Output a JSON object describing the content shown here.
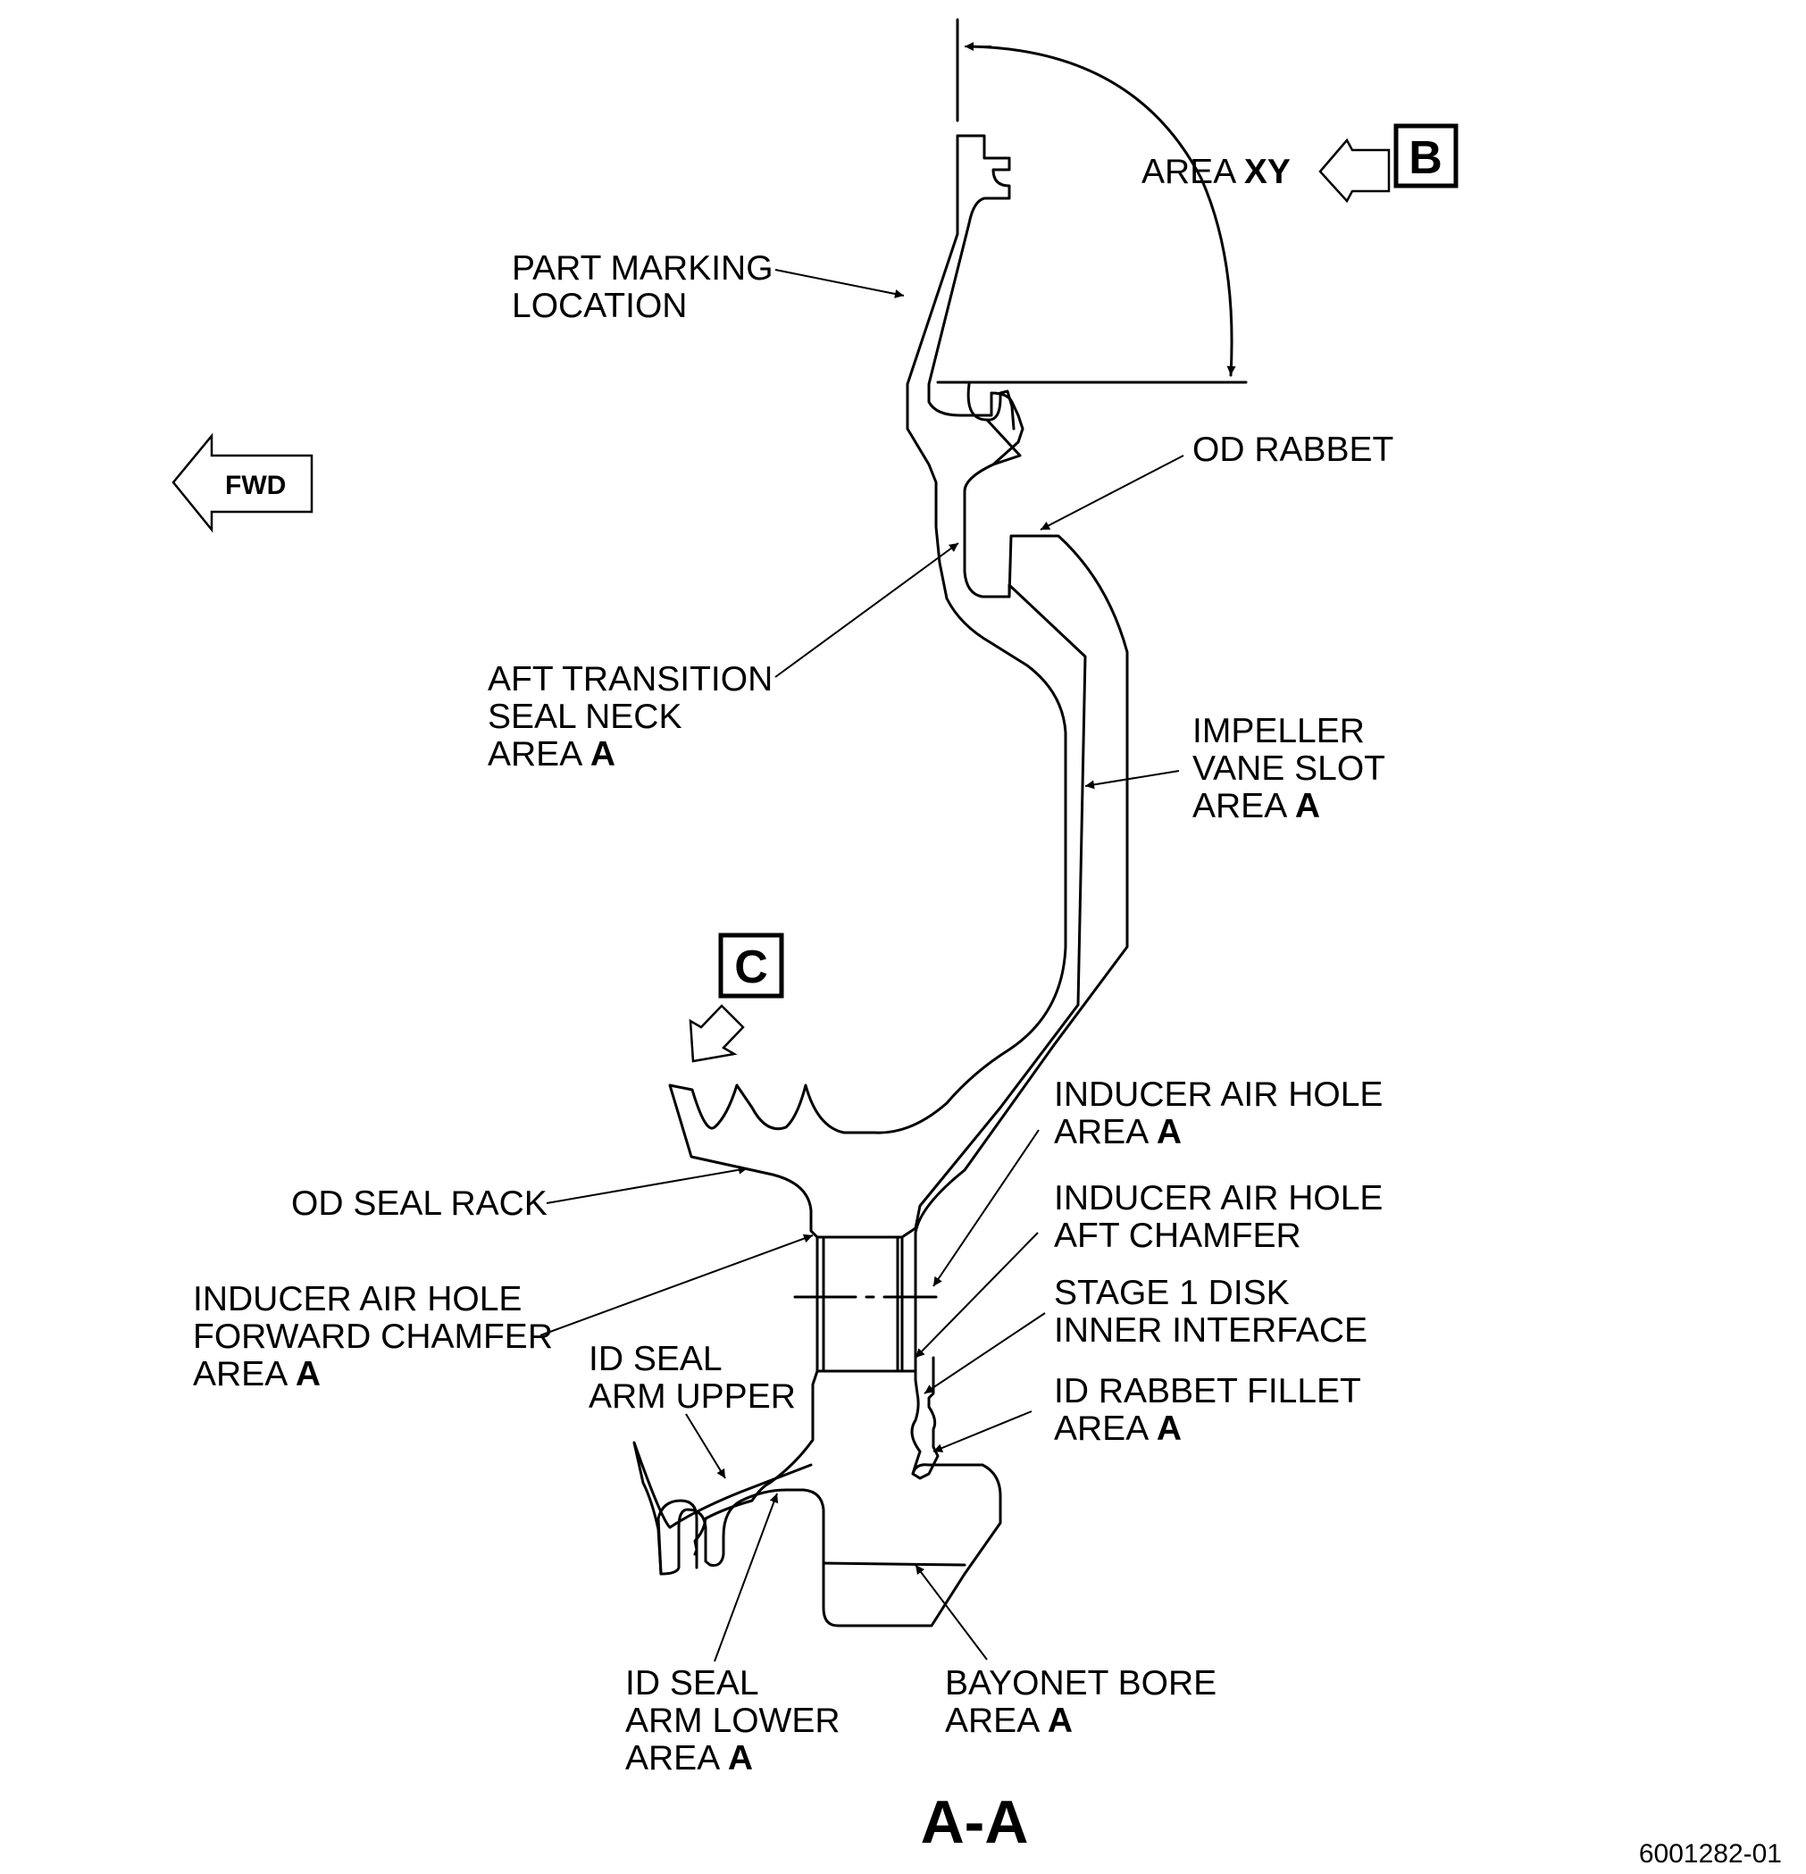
{
  "view": {
    "title": "A-A",
    "drawing_number": "6001282-01",
    "direction_arrow_label": "FWD",
    "view_b_label": "B",
    "view_c_label": "C"
  },
  "callouts": {
    "area_xy": {
      "line1_a": "AREA ",
      "line1_b": "XY"
    },
    "part_marking": {
      "line1": "PART MARKING",
      "line2": "LOCATION"
    },
    "od_rabbet": {
      "line1": "OD RABBET"
    },
    "aft_transition": {
      "line1": "AFT TRANSITION",
      "line2": "SEAL NECK",
      "line3_a": "AREA ",
      "line3_b": "A"
    },
    "impeller_vane_slot": {
      "line1": "IMPELLER",
      "line2": "VANE SLOT",
      "line3_a": "AREA ",
      "line3_b": "A"
    },
    "inducer_air_hole": {
      "line1": "INDUCER AIR HOLE",
      "line2_a": "AREA ",
      "line2_b": "A"
    },
    "inducer_aft_chamfer": {
      "line1": "INDUCER AIR HOLE",
      "line2": "AFT CHAMFER"
    },
    "stage1_disk": {
      "line1": "STAGE 1 DISK",
      "line2": "INNER INTERFACE"
    },
    "id_rabbet_fillet": {
      "line1": "ID RABBET FILLET",
      "line2_a": "AREA ",
      "line2_b": "A"
    },
    "od_seal_rack": {
      "line1": "OD SEAL RACK"
    },
    "inducer_fwd_chamfer": {
      "line1": "INDUCER AIR HOLE",
      "line2": "FORWARD CHAMFER",
      "line3_a": "AREA ",
      "line3_b": "A"
    },
    "id_seal_arm_upper": {
      "line1": "ID SEAL",
      "line2": "ARM UPPER"
    },
    "id_seal_arm_lower": {
      "line1": "ID SEAL",
      "line2": "ARM LOWER",
      "line3_a": "AREA ",
      "line3_b": "A"
    },
    "bayonet_bore": {
      "line1": "BAYONET BORE",
      "line2_a": "AREA ",
      "line2_b": "A"
    }
  }
}
